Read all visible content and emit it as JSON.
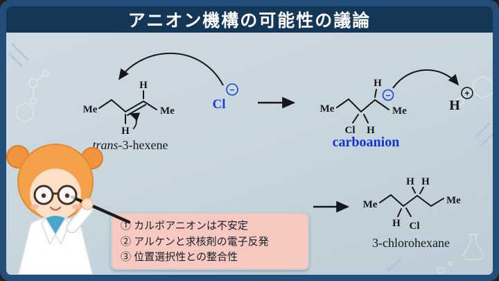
{
  "title": "アニオン機構の可能性の議論",
  "labels": {
    "hexene_italic": "trans",
    "hexene_rest": "-3-hexene",
    "carbanion": "carboanion",
    "chlorohexane": "3-chlorohexane"
  },
  "atoms": {
    "me": "Me",
    "h": "H",
    "cl": "Cl",
    "minus": "−",
    "plus": "+"
  },
  "notes": {
    "items": [
      "① カルボアニオンは不安定",
      "② アルケンと求核剤の電子反発",
      "③ 位置選択性との整合性"
    ]
  },
  "colors": {
    "frame": "#234e79",
    "banner": "#143758",
    "background": "#c7d5dd",
    "blue": "#1a3fd4",
    "note_bg": "#f7c9c0",
    "ink": "#15161a"
  }
}
